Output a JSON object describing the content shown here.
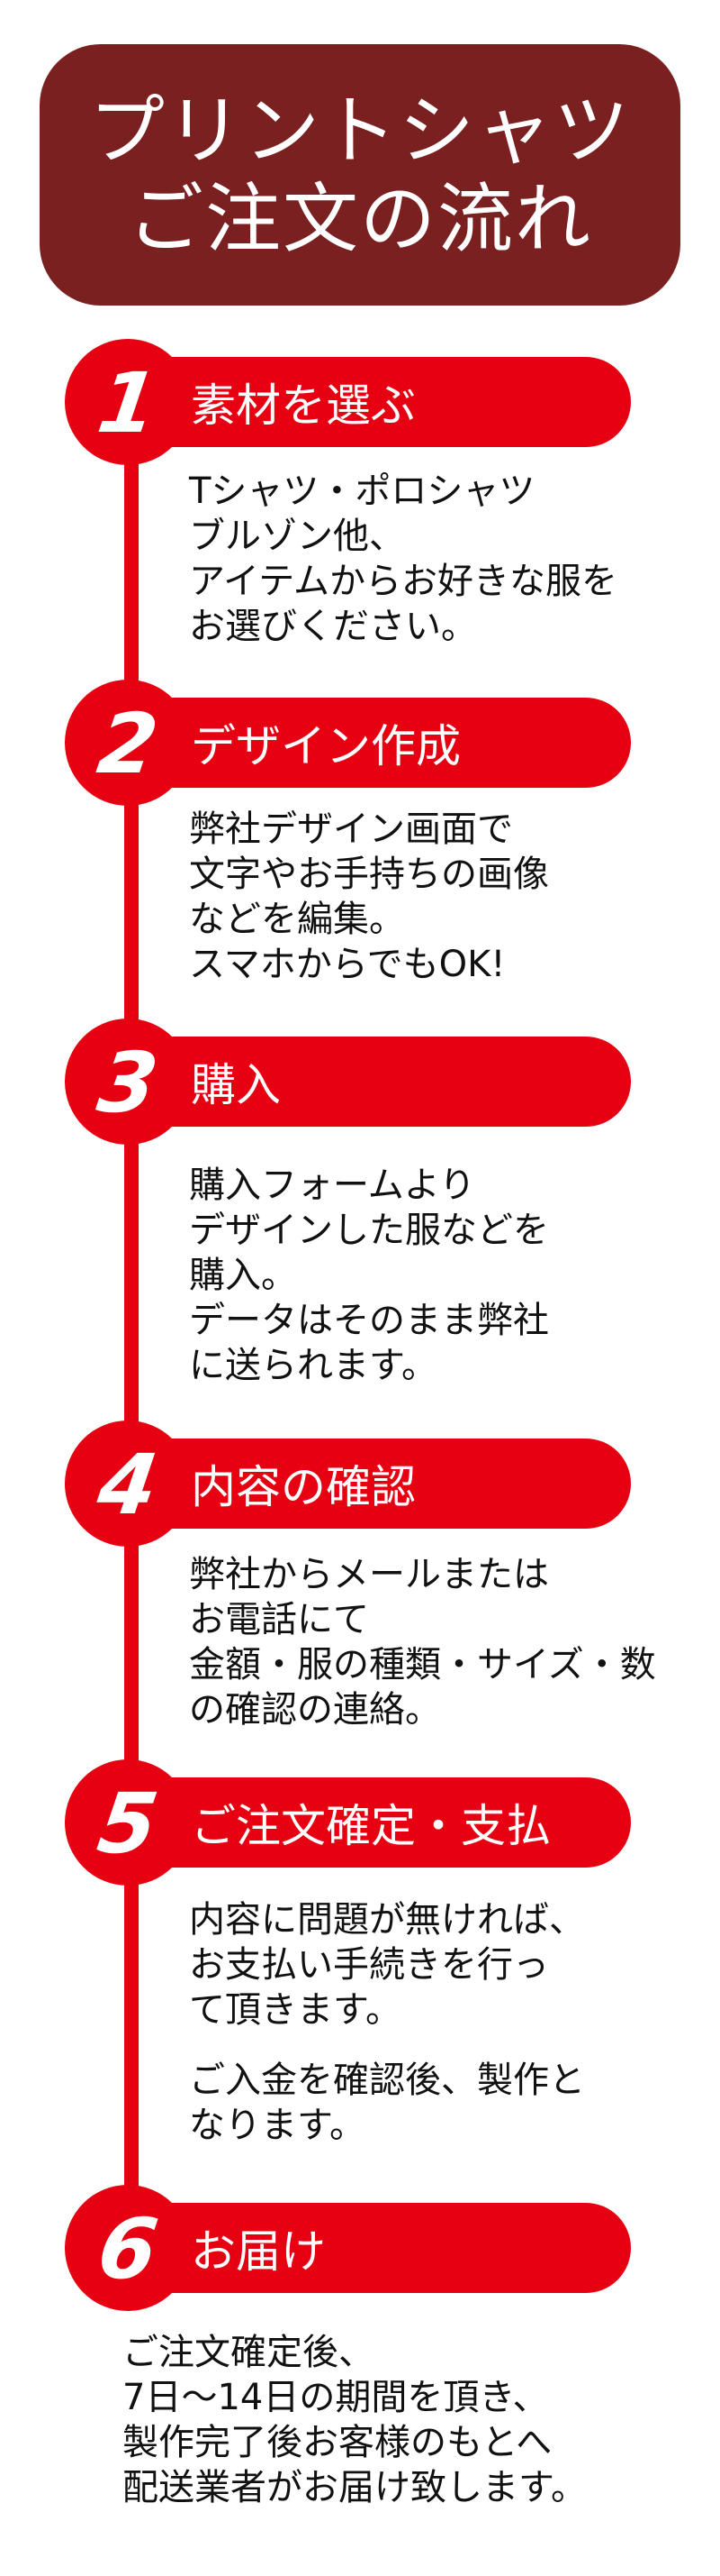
{
  "header": {
    "line1": "プリントシャツ",
    "line2": "ご注文の流れ"
  },
  "steps": [
    {
      "number": "1",
      "title": "素材を選ぶ",
      "body": [
        "Tシャツ・ポロシャツ\nブルゾン他、\nアイテムからお好きな服を\nお選びください。"
      ]
    },
    {
      "number": "2",
      "title": "デザイン作成",
      "body": [
        "弊社デザイン画面で\n文字やお手持ちの画像\nなどを編集。\nスマホからでもOK!"
      ]
    },
    {
      "number": "3",
      "title": "購入",
      "body": [
        "購入フォームより\nデザインした服などを\n購入。\nデータはそのまま弊社\nに送られます。"
      ]
    },
    {
      "number": "4",
      "title": "内容の確認",
      "body": [
        "弊社からメールまたは\nお電話にて\n金額・服の種類・サイズ・数\nの確認の連絡。"
      ]
    },
    {
      "number": "5",
      "title": "ご注文確定・支払",
      "body": [
        "内容に問題が無ければ、\nお支払い手続きを行っ\nて頂きます。",
        "ご入金を確認後、製作と\nなります。"
      ]
    },
    {
      "number": "6",
      "title": "お届け",
      "body": [
        "ご注文確定後、\n7日〜14日の期間を頂き、\n製作完了後お客様のもとへ\n配送業者がお届け致します。"
      ]
    }
  ],
  "colors": {
    "header_bg": "#7a2020",
    "accent": "#e60012",
    "text": "#111111",
    "background": "#ffffff"
  }
}
